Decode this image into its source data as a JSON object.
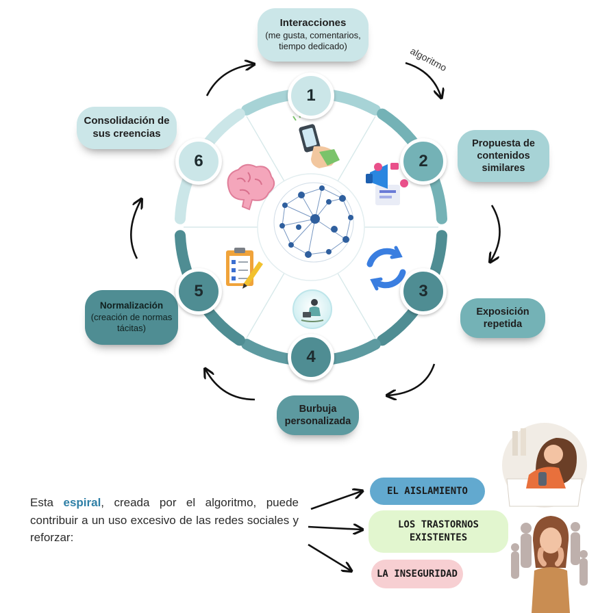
{
  "stages": [
    {
      "number": "1",
      "title": "Interacciones",
      "detail": "(me gusta, comentarios, tiempo dedicado)",
      "icon": "hand-phone-icon"
    },
    {
      "number": "2",
      "title": "Propuesta de contenidos similares",
      "icon": "megaphone-social-icon"
    },
    {
      "number": "3",
      "title": "Exposición repetida",
      "icon": "refresh-icon"
    },
    {
      "number": "4",
      "title": "Burbuja personalizada",
      "icon": "person-in-bubble-icon"
    },
    {
      "number": "5",
      "title": "Normalización",
      "detail": "(creación de normas tácitas)",
      "icon": "checklist-icon"
    },
    {
      "number": "6",
      "title": "Consolidación de sus creencias",
      "icon": "brain-icon"
    }
  ],
  "algorithm_label": "algoritmo",
  "center_icon": "network-icon",
  "intro": {
    "before": "Esta ",
    "highlight": "espiral",
    "after": ", creada por el algoritmo, puede contribuir a un uso excesivo de las redes sociales y reforzar:"
  },
  "effects": [
    {
      "label": "EL AISLAMIENTO",
      "color": "#62a9cf"
    },
    {
      "label": "LOS TRASTORNOS EXISTENTES",
      "color": "#e2f6cf"
    },
    {
      "label": "LA INSEGURIDAD",
      "color": "#f7cfd2"
    }
  ],
  "illustrations": [
    "tired-student-illustration",
    "anxious-woman-illustration"
  ],
  "colors": {
    "pale_teal": "#cbe6e8",
    "light_teal": "#a7d3d6",
    "mid_teal": "#74b2b6",
    "dark_teal": "#4f8d93",
    "darkest_teal": "#3f7b82",
    "highlight": "#2e7fa6"
  }
}
